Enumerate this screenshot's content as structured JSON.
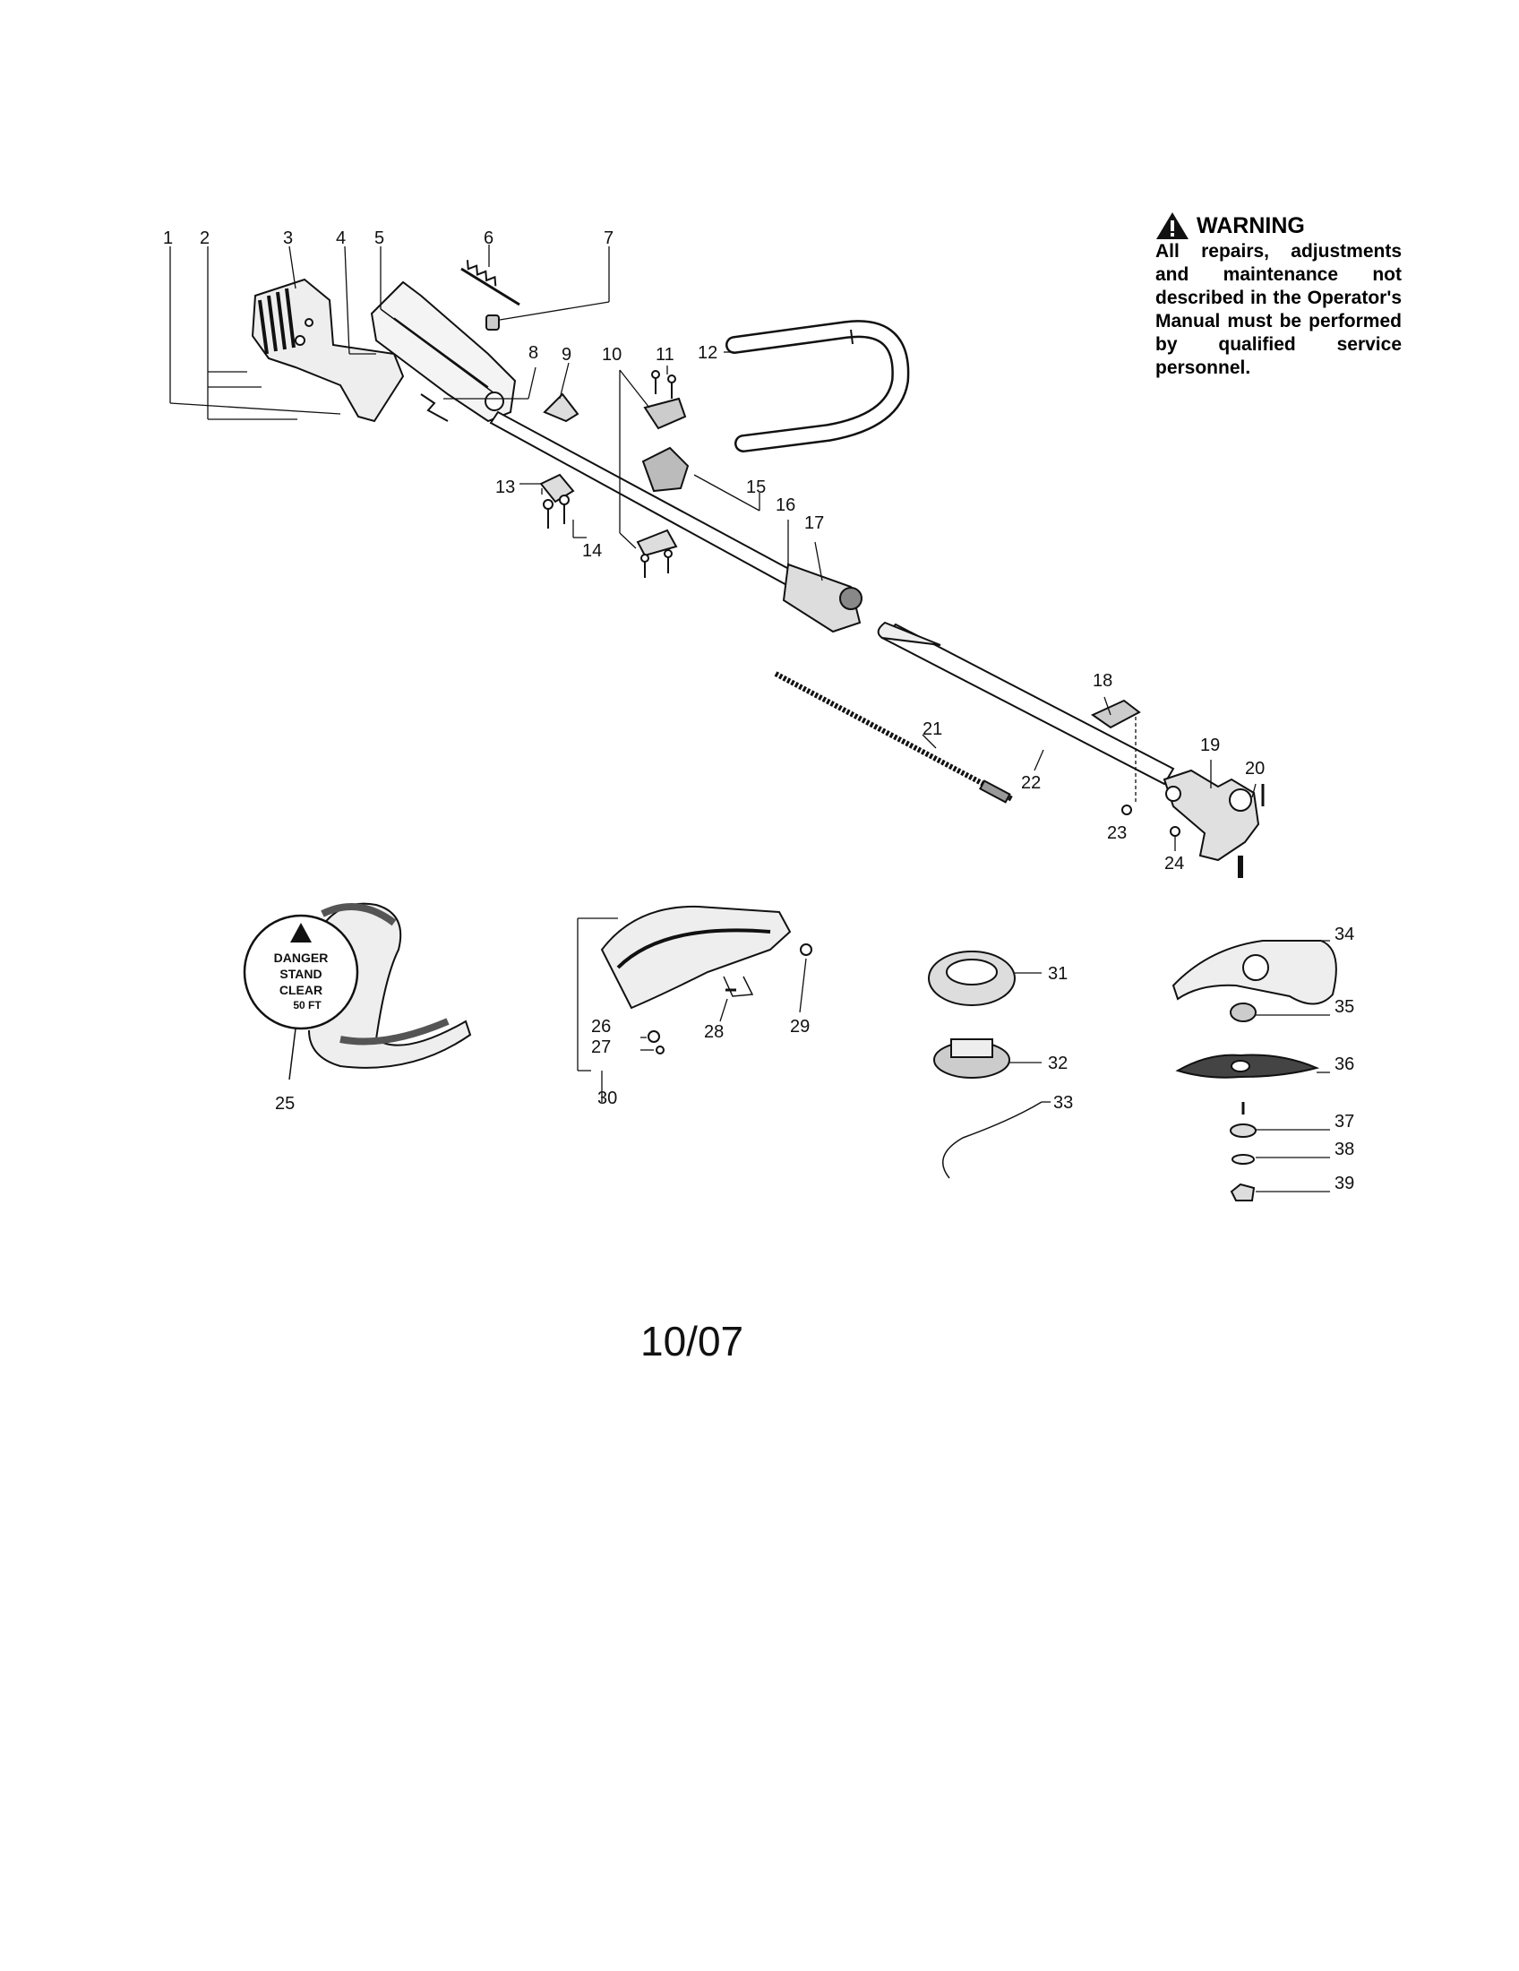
{
  "warning": {
    "title": "WARNING",
    "text": "All repairs, adjustments and maintenance not described in the Operator's Manual must be performed by qualified service personnel.",
    "icon": "warning-triangle-icon"
  },
  "decal": {
    "line1": "DANGER",
    "line2": "STAND",
    "line3": "CLEAR",
    "line4": "50 FT"
  },
  "footer": {
    "date_code": "10/07"
  },
  "callouts": {
    "n1": "1",
    "n2": "2",
    "n3": "3",
    "n4": "4",
    "n5": "5",
    "n6": "6",
    "n7": "7",
    "n8": "8",
    "n9": "9",
    "n10": "10",
    "n11": "11",
    "n12": "12",
    "n13": "13",
    "n14": "14",
    "n15": "15",
    "n16": "16",
    "n17": "17",
    "n18": "18",
    "n19": "19",
    "n20": "20",
    "n21": "21",
    "n22": "22",
    "n23": "23",
    "n24": "24",
    "n25": "25",
    "n26": "26",
    "n27": "27",
    "n28": "28",
    "n29": "29",
    "n30": "30",
    "n31": "31",
    "n32": "32",
    "n33": "33",
    "n34": "34",
    "n35": "35",
    "n36": "36",
    "n37": "37",
    "n38": "38",
    "n39": "39"
  }
}
